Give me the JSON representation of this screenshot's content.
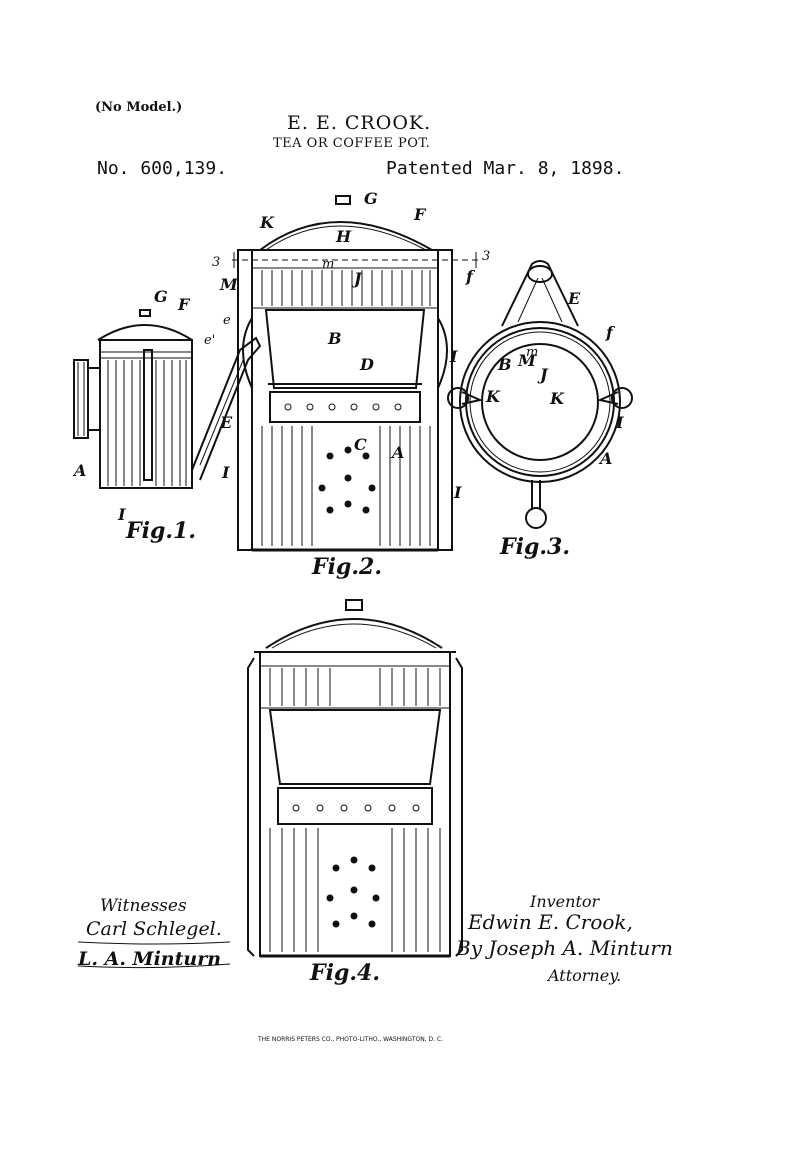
{
  "header": {
    "model_note": "(No Model.)",
    "inventor_name": "E. E. CROOK.",
    "title": "TEA OR COFFEE POT.",
    "patent_number": "No. 600,139.",
    "patent_date": "Patented Mar. 8, 1898."
  },
  "figures": {
    "fig1": {
      "caption": "Fig.1.",
      "labels": {
        "G": "G",
        "F": "F",
        "e": "e",
        "e_prime": "e'",
        "E": "E",
        "A": "A",
        "I": "I"
      }
    },
    "fig2": {
      "caption": "Fig.2.",
      "labels": {
        "K": "K",
        "G": "G",
        "F": "F",
        "H": "H",
        "three_left": "3",
        "three_right": "3",
        "m": "m",
        "M": "M",
        "J": "J",
        "f": "f",
        "B": "B",
        "D": "D",
        "C": "C",
        "A": "A",
        "I_left": "I",
        "I_right": "I"
      }
    },
    "fig3": {
      "caption": "Fig.3.",
      "labels": {
        "E": "E",
        "f": "f",
        "m": "m",
        "B": "B",
        "M": "M",
        "J": "J",
        "I_top": "I",
        "K_left": "K",
        "K_right": "K",
        "I_right": "I",
        "A": "A"
      }
    },
    "fig4": {
      "caption": "Fig.4."
    }
  },
  "witnesses": {
    "heading": "Witnesses",
    "names": [
      "Carl Schlegel.",
      "L. A. Minturn"
    ]
  },
  "inventor_block": {
    "heading": "Inventor",
    "name": "Edwin E. Crook,",
    "by_attorney": "By Joseph A. Minturn",
    "attorney_label": "Attorney."
  },
  "footer": {
    "engraver": "THE NORRIS PETERS CO., PHOTO-LITHO., WASHINGTON, D. C."
  }
}
